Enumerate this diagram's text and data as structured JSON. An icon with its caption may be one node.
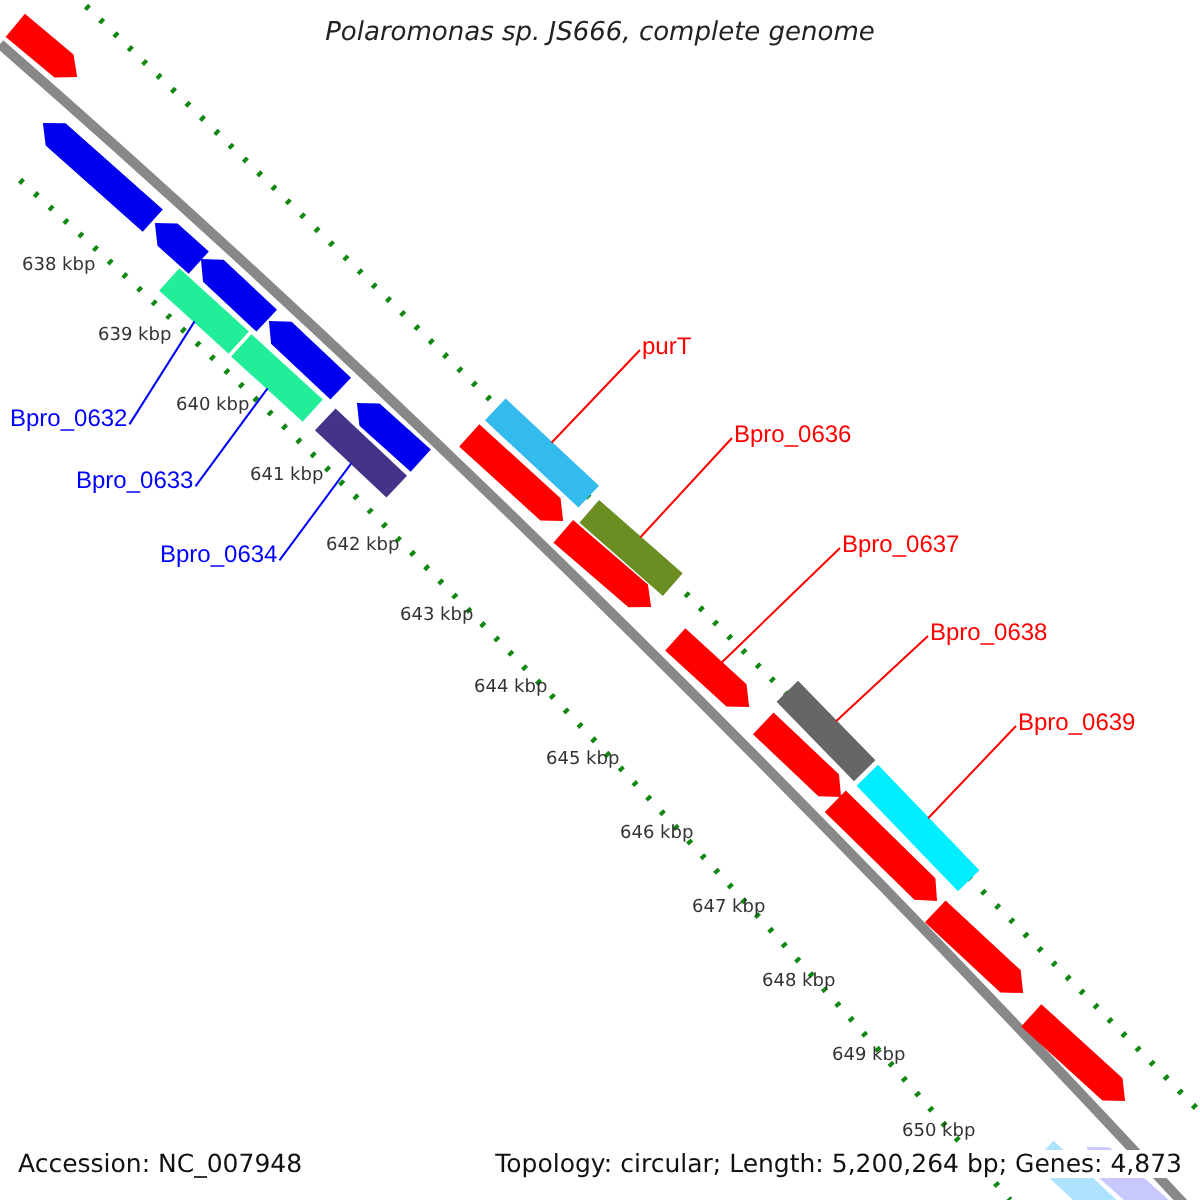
{
  "diagram": {
    "title": "Polaromonas sp. JS666, complete genome",
    "nodes": [
      {
        "text": [
          "Bpro_0632"
        ]
      },
      {
        "text": [
          "Bpro_0633"
        ]
      },
      {
        "text": [
          "Bpro_0634"
        ]
      },
      {
        "text": [
          "purT"
        ]
      },
      {
        "text": [
          "Bpro_0636"
        ]
      },
      {
        "text": [
          "Bpro_0637"
        ]
      },
      {
        "text": [
          "Bpro_0638"
        ]
      },
      {
        "text": [
          "Bpro_0639"
        ]
      },
      {
        "text": [],
        "shape": "box"
      },
      {
        "text": [],
        "shape": "box"
      },
      {
        "text": [],
        "shape": "box"
      },
      {
        "text": [],
        "shape": "box"
      },
      {
        "text": [],
        "shape": "box"
      },
      {
        "text": [],
        "shape": "arrow"
      },
      {
        "text": [],
        "shape": "box"
      },
      {
        "text": [],
        "shape": "box"
      }
    ],
    "edges": [
      {
        "from": 0,
        "to": 8,
        "arrow": "none",
        "color": "#0000ff"
      },
      {
        "from": 1,
        "to": 9,
        "arrow": "none",
        "color": "#0000ff"
      },
      {
        "from": 2,
        "to": 10,
        "arrow": "none",
        "color": "#0000ff"
      },
      {
        "from": 3,
        "to": 11,
        "arrow": "none"
      },
      {
        "from": 4,
        "to": 12,
        "arrow": "none"
      },
      {
        "from": 5,
        "to": 13,
        "arrow": "none"
      },
      {
        "from": 6,
        "to": 14,
        "arrow": "none"
      },
      {
        "from": 7,
        "to": 15,
        "arrow": "none"
      }
    ],
    "labels": [
      "638 kbp",
      "639 kbp",
      "640 kbp",
      "641 kbp",
      "642 kbp",
      "643 kbp",
      "644 kbp",
      "645 kbp",
      "646 kbp",
      "647 kbp",
      "648 kbp",
      "649 kbp",
      "650 kbp",
      "Accession: NC_007948",
      "Topology: circular; Length: 5,200,264 bp; Genes: 4,873"
    ]
  }
}
